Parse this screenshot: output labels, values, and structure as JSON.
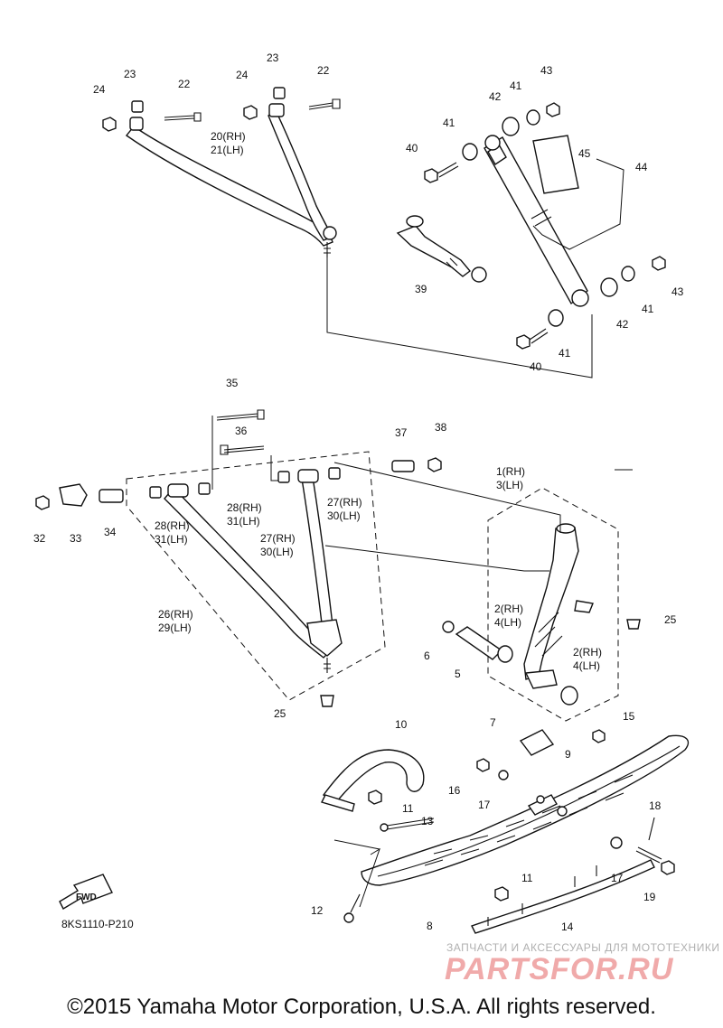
{
  "callouts": {
    "c1": "1(RH)",
    "c3": "3(LH)",
    "c2a": "2(RH)",
    "c4a": "4(LH)",
    "c2b": "2(RH)",
    "c4b": "4(LH)",
    "c5": "5",
    "c6": "6",
    "c7": "7",
    "c8": "8",
    "c9": "9",
    "c10": "10",
    "c11a": "11",
    "c11b": "11",
    "c12": "12",
    "c13": "13",
    "c14": "14",
    "c15": "15",
    "c16": "16",
    "c17a": "17",
    "c17b": "17",
    "c18": "18",
    "c19": "19",
    "c20": "20(RH)",
    "c21": "21(LH)",
    "c22a": "22",
    "c22b": "22",
    "c23a": "23",
    "c23b": "23",
    "c24a": "24",
    "c24b": "24",
    "c25a": "25",
    "c25b": "25",
    "c26": "26(RH)",
    "c29": "29(LH)",
    "c27a": "27(RH)",
    "c30a": "30(LH)",
    "c27b": "27(RH)",
    "c30b": "30(LH)",
    "c28a": "28(RH)",
    "c31a": "31(LH)",
    "c28b": "28(RH)",
    "c31b": "31(LH)",
    "c32": "32",
    "c33": "33",
    "c34": "34",
    "c35": "35",
    "c36": "36",
    "c37": "37",
    "c38": "38",
    "c39": "39",
    "c40a": "40",
    "c40b": "40",
    "c41a": "41",
    "c41b": "41",
    "c41c": "41",
    "c41d": "41",
    "c42a": "42",
    "c42b": "42",
    "c43a": "43",
    "c43b": "43",
    "c44": "44",
    "c45": "45"
  },
  "fwd_label": "FWD",
  "diagram_code": "8KS1110-P210",
  "watermark": {
    "subtitle": "ЗАПЧАСТИ И АКСЕССУАРЫ ДЛЯ МОТОТЕХНИКИ",
    "logo": "PARTSFOR.RU"
  },
  "copyright": "©2015 Yamaha Motor Corporation, U.S.A. All rights reserved."
}
